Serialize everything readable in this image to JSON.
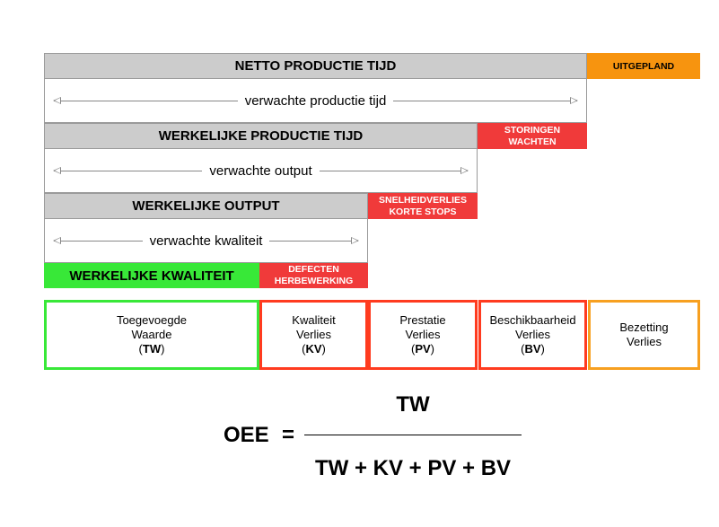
{
  "colors": {
    "gray_bar": "#cccccc",
    "green": "#38e838",
    "red": "#f03a3a",
    "red_border": "#ff3b1f",
    "orange": "#f7940f"
  },
  "rows": [
    {
      "bar": "NETTO PRODUCTIE TIJD",
      "loss": "UITGEPLAND",
      "loss_type": "orange",
      "expected": "verwachte productie tijd"
    },
    {
      "bar": "WERKELIJKE PRODUCTIE TIJD",
      "loss_line1": "STORINGEN",
      "loss_line2": "WACHTEN",
      "loss_type": "red",
      "expected": "verwachte output"
    },
    {
      "bar": "WERKELIJKE OUTPUT",
      "loss_line1": "SNELHEIDVERLIES",
      "loss_line2": "KORTE STOPS",
      "loss_type": "red",
      "expected": "verwachte kwaliteit"
    },
    {
      "bar": "WERKELIJKE KWALITEIT",
      "loss_line1": "DEFECTEN",
      "loss_line2": "HERBEWERKING",
      "loss_type": "red"
    }
  ],
  "boxes": [
    {
      "line1": "Toegevoegde",
      "line2": "Waarde",
      "abbr": "TW",
      "border": "green"
    },
    {
      "line1": "Kwaliteit",
      "line2": "Verlies",
      "abbr": "KV",
      "border": "red"
    },
    {
      "line1": "Prestatie",
      "line2": "Verlies",
      "abbr": "PV",
      "border": "red"
    },
    {
      "line1": "Beschikbaarheid",
      "line2": "Verlies",
      "abbr": "BV",
      "border": "red"
    },
    {
      "line1": "Bezetting",
      "line2": "Verlies",
      "border": "orange"
    }
  ],
  "formula": {
    "lhs": "OEE",
    "equals": "=",
    "numerator": "TW",
    "denominator": "TW + KV + PV + BV"
  },
  "punct": {
    "open": "(",
    "close": ")"
  }
}
